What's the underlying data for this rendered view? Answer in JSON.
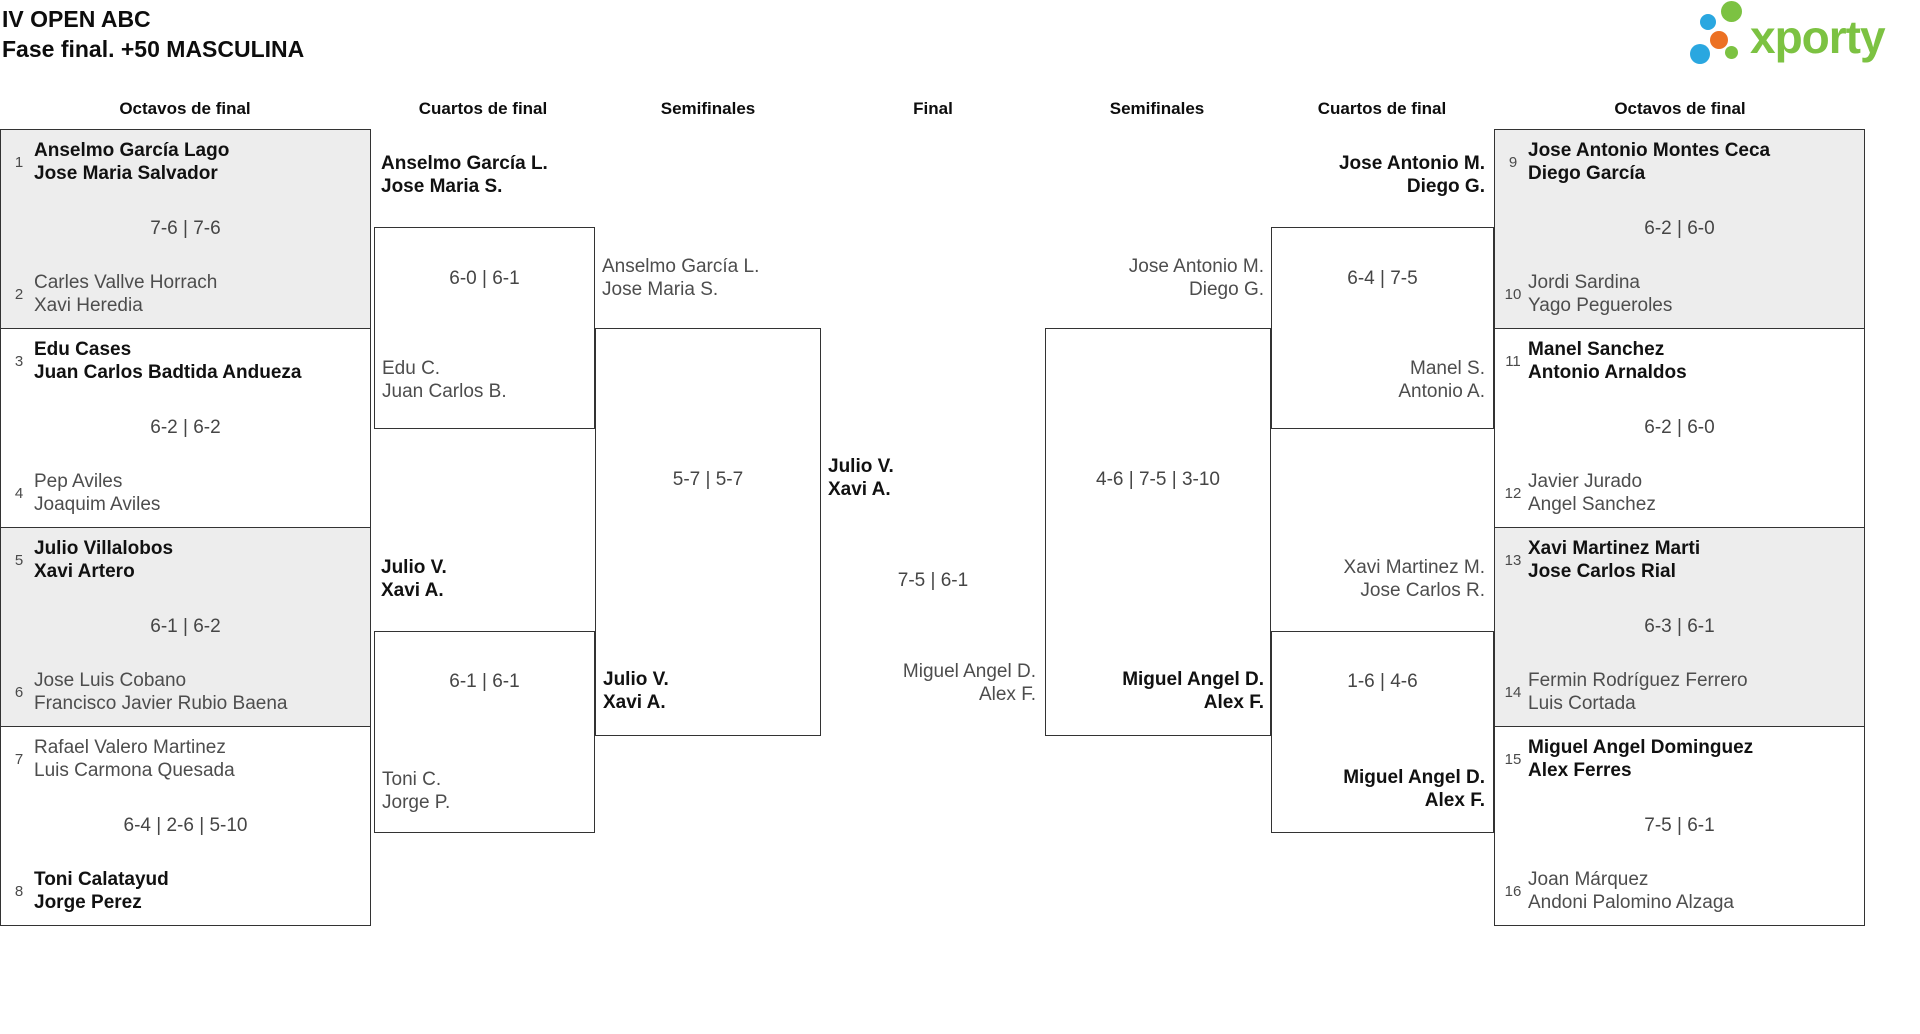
{
  "header": {
    "title_line1": "IV OPEN ABC",
    "title_line2": "Fase final. +50 MASCULINA",
    "logo_text": "xporty",
    "logo_colors": {
      "green": "#7cc242",
      "blue": "#2aa7e0",
      "orange": "#ec7123"
    }
  },
  "rounds": [
    "Octavos de final",
    "Cuartos de final",
    "Semifinales",
    "Final",
    "Semifinales",
    "Cuartos de final",
    "Octavos de final"
  ],
  "bracket": {
    "ol": [
      {
        "seed_a": "1",
        "a1": "Anselmo García Lago",
        "a2": "Jose Maria Salvador",
        "score": "7-6 | 7-6",
        "seed_b": "2",
        "b1": "Carles Vallve Horrach",
        "b2": "Xavi Heredia"
      },
      {
        "seed_a": "3",
        "a1": "Edu Cases",
        "a2": "Juan Carlos Badtida Andueza",
        "score": "6-2 | 6-2",
        "seed_b": "4",
        "b1": "Pep Aviles",
        "b2": "Joaquim Aviles"
      },
      {
        "seed_a": "5",
        "a1": "Julio Villalobos",
        "a2": "Xavi Artero",
        "score": "6-1 | 6-2",
        "seed_b": "6",
        "b1": "Jose Luis Cobano",
        "b2": "Francisco Javier Rubio Baena"
      },
      {
        "seed_a": "7",
        "a1": "Rafael Valero Martinez",
        "a2": "Luis Carmona Quesada",
        "score": "6-4 | 2-6 | 5-10",
        "seed_b": "8",
        "b1": "Toni Calatayud",
        "b2": "Jorge Perez"
      }
    ],
    "or": [
      {
        "seed_a": "9",
        "a1": "Jose Antonio Montes Ceca",
        "a2": "Diego García",
        "score": "6-2 | 6-0",
        "seed_b": "10",
        "b1": "Jordi Sardina",
        "b2": "Yago Pegueroles"
      },
      {
        "seed_a": "11",
        "a1": "Manel Sanchez",
        "a2": "Antonio Arnaldos",
        "score": "6-2 | 6-0",
        "seed_b": "12",
        "b1": "Javier Jurado",
        "b2": "Angel Sanchez"
      },
      {
        "seed_a": "13",
        "a1": "Xavi Martinez Marti",
        "a2": "Jose Carlos Rial",
        "score": "6-3 | 6-1",
        "seed_b": "14",
        "b1": "Fermin Rodríguez Ferrero",
        "b2": "Luis Cortada"
      },
      {
        "seed_a": "15",
        "a1": "Miguel Angel Dominguez",
        "a2": "Alex Ferres",
        "score": "7-5 | 6-1",
        "seed_b": "16",
        "b1": "Joan Márquez",
        "b2": "Andoni Palomino Alzaga"
      }
    ],
    "ql": [
      {
        "a1": "Anselmo García L.",
        "a2": "Jose Maria S.",
        "score": "6-0 | 6-1",
        "b1": "Edu C.",
        "b2": "Juan Carlos B."
      },
      {
        "a1": "Julio V.",
        "a2": "Xavi A.",
        "score": "6-1 | 6-1",
        "b1": "Toni C.",
        "b2": "Jorge P."
      }
    ],
    "qr": [
      {
        "a1": "Jose Antonio M.",
        "a2": "Diego G.",
        "score": "6-4 | 7-5",
        "b1": "Manel S.",
        "b2": "Antonio A."
      },
      {
        "a1": "Xavi Martinez M.",
        "a2": "Jose Carlos R.",
        "score": "1-6 | 4-6",
        "b1": "Miguel Angel D.",
        "b2": "Alex F."
      }
    ],
    "sl": {
      "a1": "Anselmo García L.",
      "a2": "Jose Maria S.",
      "score": "5-7 | 5-7",
      "b1": "Julio V.",
      "b2": "Xavi A."
    },
    "sr": {
      "a1": "Jose Antonio M.",
      "a2": "Diego G.",
      "score": "4-6 | 7-5 | 3-10",
      "b1": "Miguel Angel D.",
      "b2": "Alex F."
    },
    "final": {
      "a1": "Julio V.",
      "a2": "Xavi A.",
      "score": "7-5 | 6-1",
      "b1": "Miguel Angel D.",
      "b2": "Alex F."
    }
  }
}
